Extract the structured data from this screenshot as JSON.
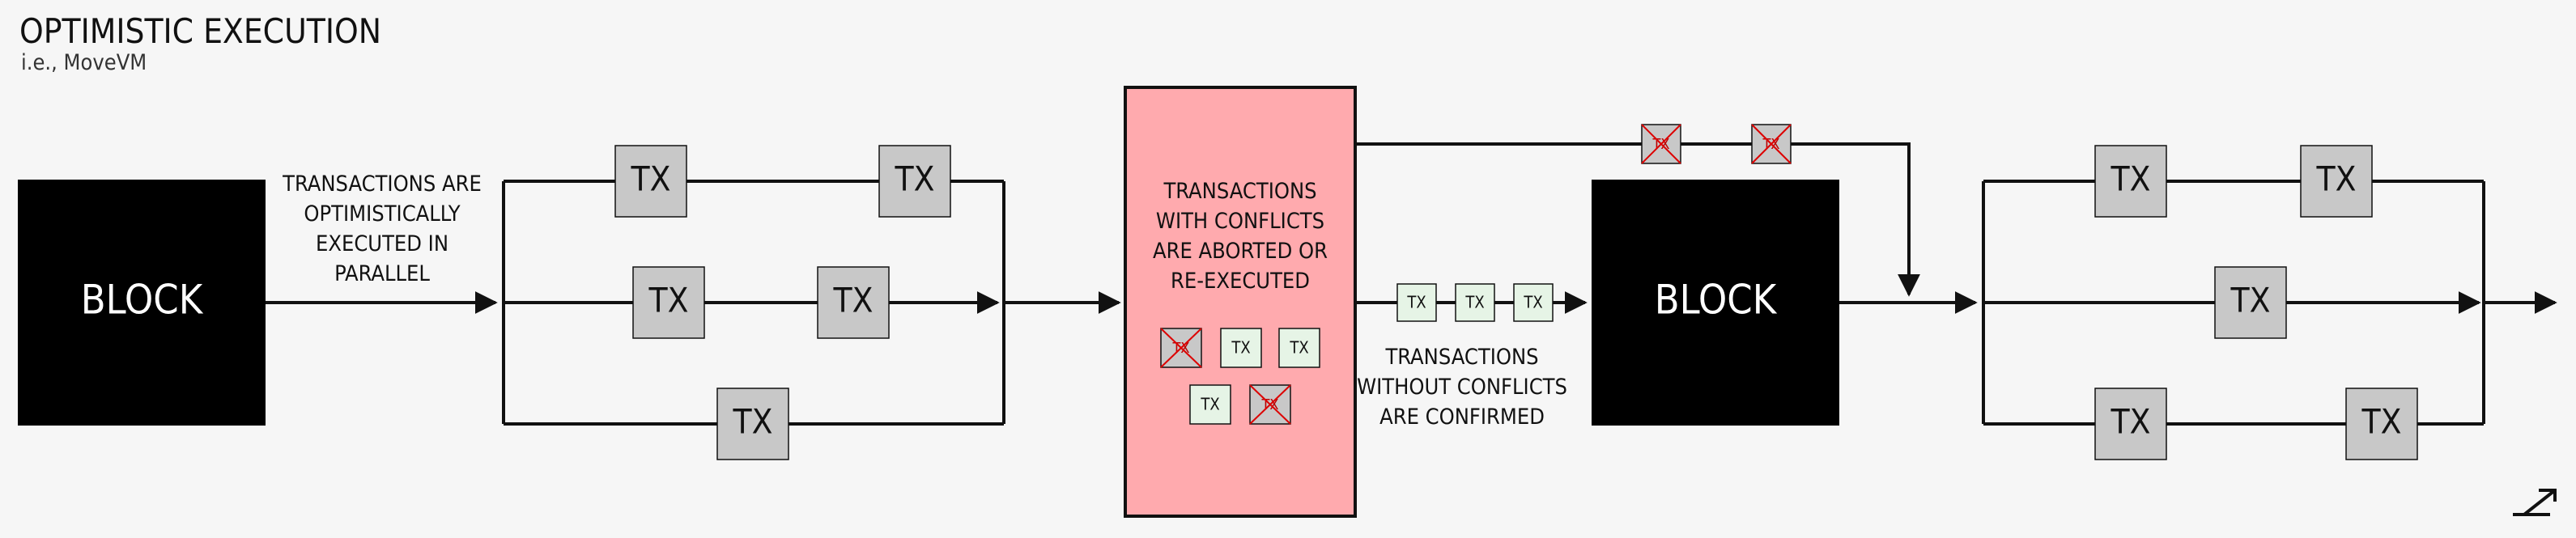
{
  "header": {
    "title": "OPTIMISTIC EXECUTION",
    "subtitle": "i.e., MoveVM"
  },
  "blocks": {
    "left_label": "BLOCK",
    "right_label": "BLOCK"
  },
  "captions": {
    "parallel": [
      "TRANSACTIONS ARE",
      "OPTIMISTICALLY",
      "EXECUTED IN",
      "PARALLEL"
    ],
    "conflicts": [
      "TRANSACTIONS",
      "WITH CONFLICTS",
      "ARE ABORTED OR",
      "RE-EXECUTED"
    ],
    "confirmed": [
      "TRANSACTIONS",
      "WITHOUT CONFLICTS",
      "ARE CONFIRMED"
    ]
  },
  "tx_label": "TX",
  "colors": {
    "block": "#000000",
    "tx_box": "#c8c8c8",
    "tx_ok": "#e6f4e6",
    "conflict_panel": "#ffaaae",
    "cross": "#dd0000",
    "line": "#111111"
  },
  "icons": [
    "logo-icon"
  ]
}
